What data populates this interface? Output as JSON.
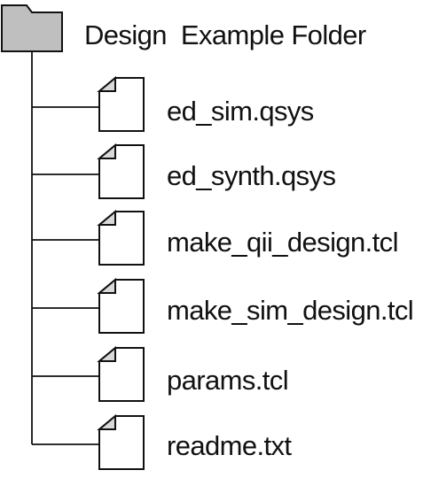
{
  "folder": {
    "label": "Design  Example Folder",
    "icon": "folder-icon",
    "fill_color": "#bfbfbf"
  },
  "files": [
    {
      "name": "ed_sim.qsys",
      "icon": "file-icon"
    },
    {
      "name": "ed_synth.qsys",
      "icon": "file-icon"
    },
    {
      "name": "make_qii_design.tcl",
      "icon": "file-icon"
    },
    {
      "name": "make_sim_design.tcl",
      "icon": "file-icon"
    },
    {
      "name": "params.tcl",
      "icon": "file-icon"
    },
    {
      "name": "readme.txt",
      "icon": "file-icon"
    }
  ],
  "colors": {
    "line": "#111111",
    "fold": "#d9d9d9",
    "text": "#111111"
  }
}
